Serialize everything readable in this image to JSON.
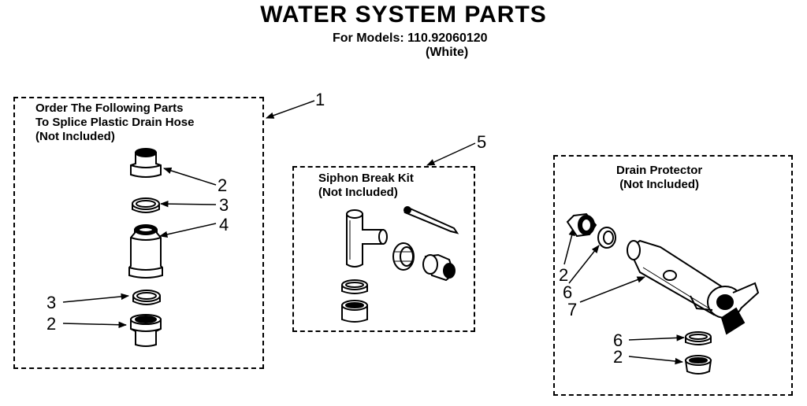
{
  "header": {
    "title": "WATER SYSTEM PARTS",
    "models_line": "For Models: 110.92060120",
    "color_line": "(White)"
  },
  "groups": {
    "splice": {
      "line1": "Order The Following Parts",
      "line2": "To Splice Plastic Drain Hose",
      "line3": "(Not Included)"
    },
    "siphon": {
      "line1": "Siphon Break Kit",
      "line2": "(Not Included)"
    },
    "drain": {
      "line1": "Drain Protector",
      "line2": "(Not Included)"
    }
  },
  "callouts": {
    "c1": "1",
    "c2a": "2",
    "c3a": "3",
    "c4": "4",
    "c3b": "3",
    "c2b": "2",
    "c5": "5",
    "c2c": "2",
    "c6a": "6",
    "c7": "7",
    "c6b": "6",
    "c2d": "2"
  }
}
